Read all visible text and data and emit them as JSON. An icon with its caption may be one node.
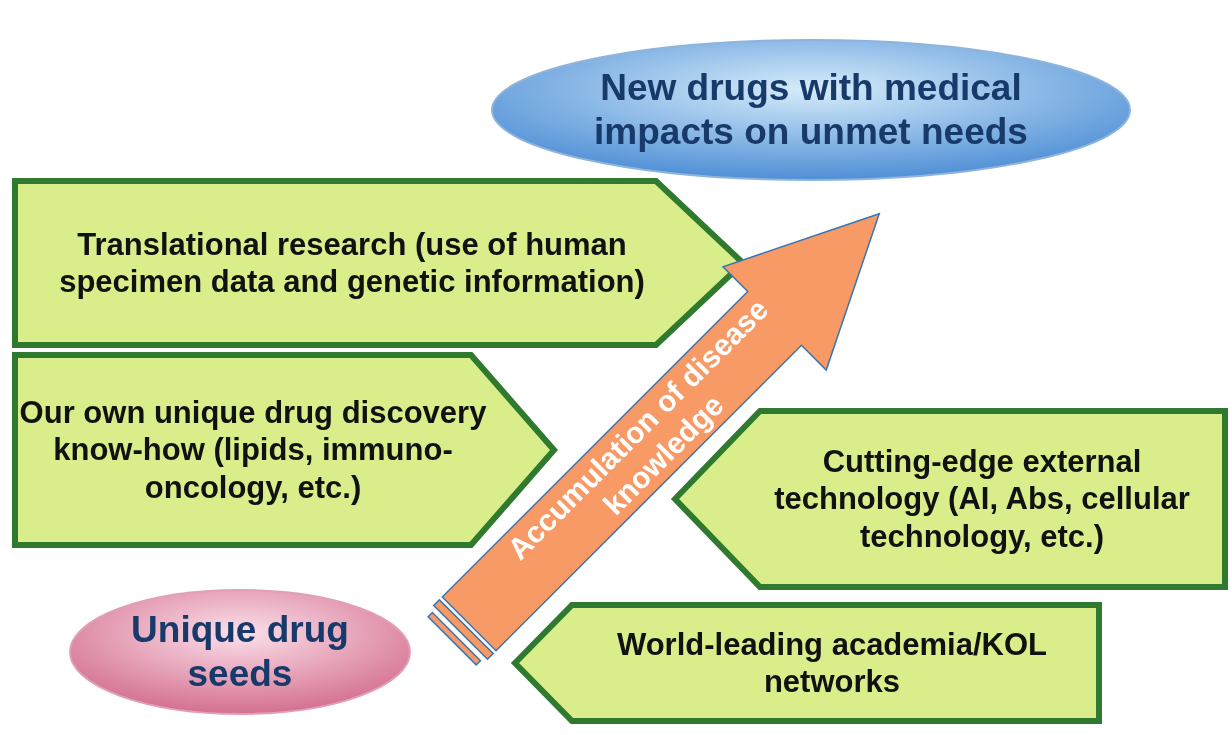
{
  "diagram": {
    "nodes": [
      {
        "text": [
          "New drugs with medical impacts on unmet needs"
        ]
      },
      {
        "text": [
          "Translational research (use of human specimen data and genetic information)"
        ]
      },
      {
        "text": [
          "Our own unique drug discovery know-how (lipids, immuno-oncology, etc.)"
        ]
      },
      {
        "text": [
          "Accumulation of disease knowledge"
        ]
      },
      {
        "text": [
          "Cutting-edge external technology (AI, Abs, cellular technology, etc.)"
        ]
      },
      {
        "text": [
          "World-leading academia/KOL networks"
        ]
      },
      {
        "text": [
          "Unique drug seeds"
        ]
      }
    ]
  }
}
